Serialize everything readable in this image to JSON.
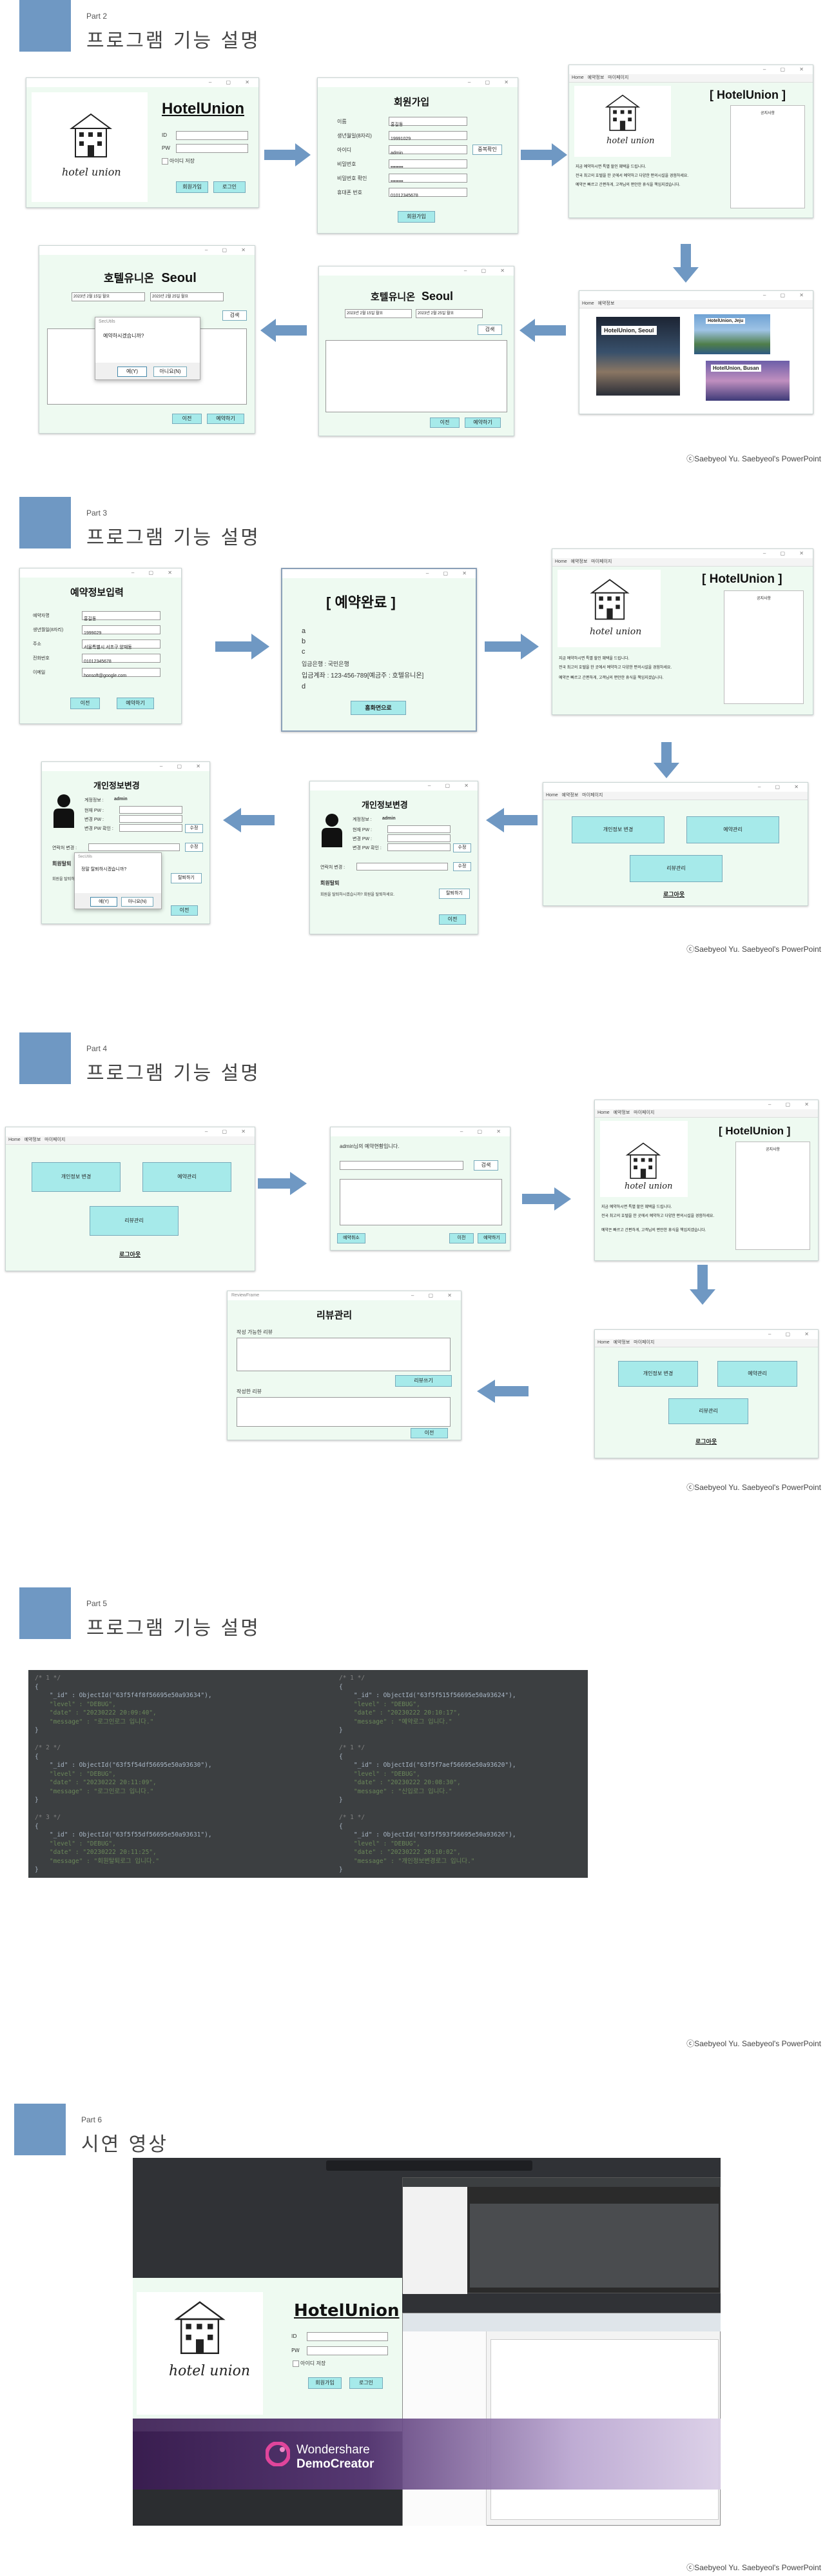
{
  "footer_credit": "ⓒSaebyeol Yu. Saebyeol's PowerPoint",
  "slides": [
    {
      "part": "Part 2",
      "title": "프로그램 기능 설명"
    },
    {
      "part": "Part 3",
      "title": "프로그램 기능 설명"
    },
    {
      "part": "Part 4",
      "title": "프로그램 기능 설명"
    },
    {
      "part": "Part 5",
      "title": "프로그램 기능 설명"
    },
    {
      "part": "Part 6",
      "title": "시연 영상"
    }
  ],
  "app": {
    "brand": "HotelUnion",
    "brand_bracket": "[ HotelUnion ]",
    "logo_caption": "hotel union",
    "id_label": "ID",
    "pw_label": "PW",
    "remember_label": "아이디 저장",
    "signup_btn": "회원가입",
    "login_btn": "로그인",
    "menu_home": "Home",
    "menu_reserve": "예약정보",
    "menu_mypage": "마이페이지",
    "home_desc_1": "지금 예약하시면 특별 할인 혜택을 드립니다.",
    "home_desc_2": "전국 최고의 호텔을 한 곳에서 예약하고 다양한 편의시설을 경험하세요.",
    "home_desc_3": "예약은 빠르고 간편하게, 고객님의 편안한 휴식을 책임지겠습니다.",
    "right_panel": "공지사항"
  },
  "signup": {
    "title": "회원가입",
    "labels": [
      "이름",
      "생년월일(8자리)",
      "아이디",
      "비밀번호",
      "비밀번호 확인",
      "휴대폰 번호"
    ],
    "values": [
      "홍길동",
      "19991029",
      "admin",
      "••••••••",
      "••••••••",
      "01012345678"
    ],
    "check_btn": "중복확인",
    "submit_btn": "회원가입"
  },
  "hotels": {
    "seoul": "HotelUnion, Seoul",
    "jeju": "HotelUnion, Jeju",
    "busan": "HotelUnion, Busan"
  },
  "search": {
    "title_ko": "호텔유니온",
    "city": "Seoul",
    "date_from": "2023년 2월 15일 월요",
    "date_to": "2023년 2월 25일 월요",
    "search_btn": "검색",
    "prev_btn": "이전",
    "reserve_btn": "예약하기",
    "dialog_title": "SecUtils",
    "dialog_msg": "예약하시겠습니까?",
    "yes": "예(Y)",
    "no": "아니요(N)"
  },
  "reserve_input": {
    "title": "예약정보입력",
    "labels": [
      "예약자명",
      "생년월일(8자리)",
      "주소",
      "전화번호",
      "이메일"
    ],
    "values": [
      "홍길동",
      "1999029",
      "서울특별시 서초구 양재동",
      "01012345678",
      "honsoft@google.com"
    ],
    "prev": "이전",
    "reserve": "예약하기"
  },
  "reserve_done": {
    "title": "[ 예약완료 ]",
    "lines": [
      "a",
      "b",
      "c"
    ],
    "bank_label": "입금은행 : 국민은행",
    "account": "입금계좌 : 123-456-789[예금주 : 호텔유니온]",
    "line_d": "d",
    "btn": "홈화면으로"
  },
  "mypage": {
    "edit_btn": "개인정보 변경",
    "manage_btn": "예약관리",
    "review_btn": "리뷰관리",
    "logout": "로그아웃"
  },
  "profile": {
    "title": "개인정보변경",
    "id_label": "계정정보 :",
    "id_val": "admin",
    "pw_labels": [
      "현재 PW :",
      "변경 PW :",
      "변경 PW 확인 :"
    ],
    "pw_btn": "수정",
    "phone_label": "연락처 변경 :",
    "phone_btn": "수정",
    "withdraw_title": "회원탈퇴",
    "withdraw_msg": "회원을 탈퇴하시겠습니까? 회원을 탈퇴하세요.",
    "withdraw_btn": "탈퇴하기",
    "prev": "이전",
    "dialog_msg": "정말 탈퇴하시겠습니까?",
    "yes": "예(Y)",
    "no": "아니요(N)"
  },
  "manage": {
    "msg": "admin님의 예약현황입니다.",
    "search_btn": "검색",
    "cancel_btn": "예약취소",
    "prev": "이전",
    "reserve": "예약하기"
  },
  "review": {
    "title": "리뷰관리",
    "writable": "작성 가능한 리뷰",
    "written": "작성한 리뷰",
    "write_btn": "리뷰쓰기",
    "prev": "이전",
    "win_title": "ReviewFrame"
  },
  "code_left": [
    "/* 1 */",
    "{",
    "    \"_id\" : ObjectId(\"63f5f4f8f56695e50a93634\"),",
    "    \"level\" : \"DEBUG\",",
    "    \"date\" : \"20230222 20:09:40\",",
    "    \"message\" : \"로그인로그 입니다.\"",
    "}",
    "",
    "/* 2 */",
    "{",
    "    \"_id\" : ObjectId(\"63f5f54df56695e50a93630\"),",
    "    \"level\" : \"DEBUG\",",
    "    \"date\" : \"20230222 20:11:09\",",
    "    \"message\" : \"로그인로그 입니다.\"",
    "}",
    "",
    "/* 3 */",
    "{",
    "    \"_id\" : ObjectId(\"63f5f55df56695e50a93631\"),",
    "    \"level\" : \"DEBUG\",",
    "    \"date\" : \"20230222 20:11:25\",",
    "    \"message\" : \"회원탈퇴로그 입니다.\"",
    "}"
  ],
  "code_right": [
    "/* 1 */",
    "{",
    "    \"_id\" : ObjectId(\"63f5f515f56695e50a93624\"),",
    "    \"level\" : \"DEBUG\",",
    "    \"date\" : \"20230222 20:10:17\",",
    "    \"message\" : \"예약로그 입니다.\"",
    "}",
    "",
    "/* 1 */",
    "{",
    "    \"_id\" : ObjectId(\"63f5f7aef56695e50a93620\"),",
    "    \"level\" : \"DEBUG\",",
    "    \"date\" : \"20230222 20:08:30\",",
    "    \"message\" : \"신입로그 입니다.\"",
    "}",
    "",
    "/* 1 */",
    "{",
    "    \"_id\" : ObjectId(\"63f5f593f56695e50a93626\"),",
    "    \"level\" : \"DEBUG\",",
    "    \"date\" : \"20230222 20:10:02\",",
    "    \"message\" : \"개인정보변경로그 입니다.\"",
    "}"
  ],
  "demo": {
    "watermark_1": "Wondershare",
    "watermark_2": "DemoCreator"
  }
}
